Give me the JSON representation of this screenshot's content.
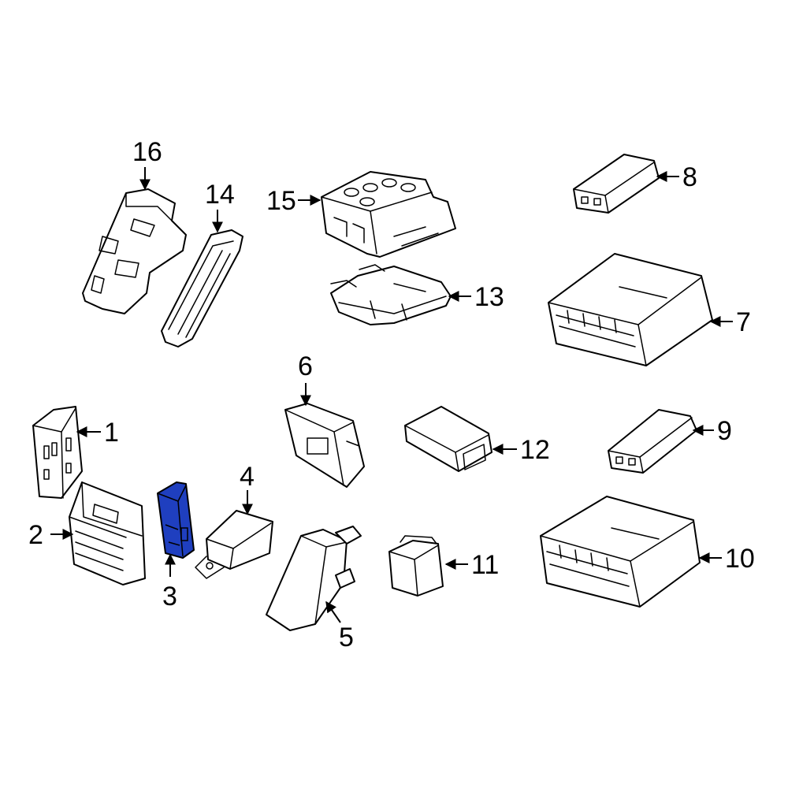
{
  "diagram": {
    "highlight_color": "#1f3fbf",
    "line_color": "#000000",
    "background": "#ffffff",
    "highlighted_part": "3",
    "callouts": [
      {
        "id": "c1",
        "label": "1"
      },
      {
        "id": "c2",
        "label": "2"
      },
      {
        "id": "c3",
        "label": "3"
      },
      {
        "id": "c4",
        "label": "4"
      },
      {
        "id": "c5",
        "label": "5"
      },
      {
        "id": "c6",
        "label": "6"
      },
      {
        "id": "c7",
        "label": "7"
      },
      {
        "id": "c8",
        "label": "8"
      },
      {
        "id": "c9",
        "label": "9"
      },
      {
        "id": "c10",
        "label": "10"
      },
      {
        "id": "c11",
        "label": "11"
      },
      {
        "id": "c12",
        "label": "12"
      },
      {
        "id": "c13",
        "label": "13"
      },
      {
        "id": "c14",
        "label": "14"
      },
      {
        "id": "c15",
        "label": "15"
      },
      {
        "id": "c16",
        "label": "16"
      }
    ]
  }
}
